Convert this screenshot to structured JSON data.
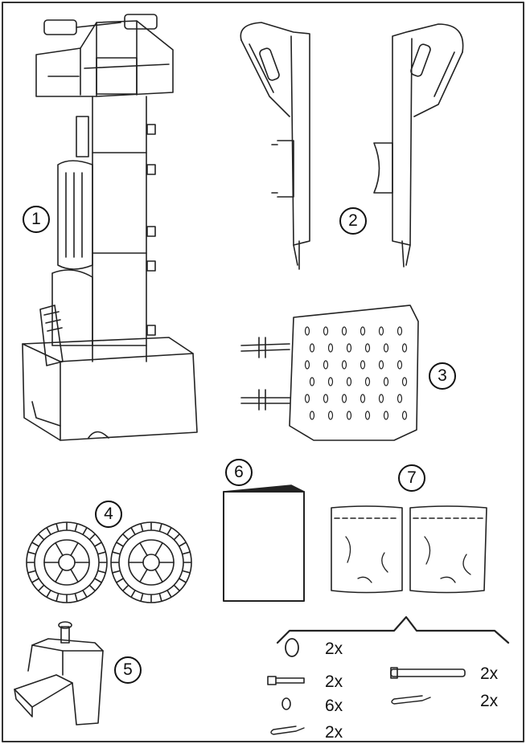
{
  "callouts": [
    "1",
    "2",
    "3",
    "4",
    "5",
    "6",
    "7"
  ],
  "hardware": {
    "washer_qty": "2x",
    "bolt_qty": "2x",
    "nut_qty": "6x",
    "clip_qty": "2x",
    "pin_qty": "2x",
    "cotter_qty": "2x"
  }
}
